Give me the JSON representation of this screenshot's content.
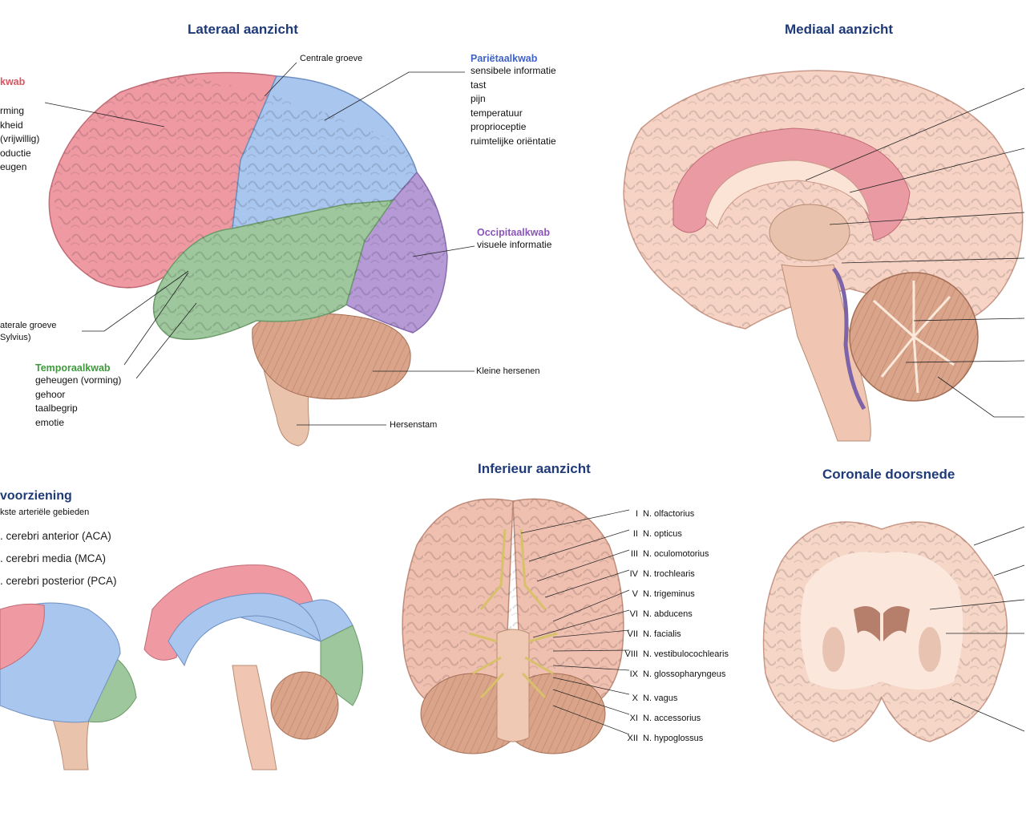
{
  "titles": {
    "lateral": "Lateraal aanzicht",
    "medial": "Mediaal aanzicht",
    "inferior": "Inferieur aanzicht",
    "coronal": "Coronale doorsnede"
  },
  "lateral": {
    "frontal": {
      "name": "kwab",
      "items": [
        "rming",
        "kheid",
        " (vrijwillig)",
        "oductie",
        "eugen"
      ]
    },
    "parietal": {
      "name": "Pariëtaalkwab",
      "items": [
        "sensibele informatie",
        "tast",
        "pijn",
        "temperatuur",
        "proprioceptie",
        "ruimtelijke oriëntatie"
      ]
    },
    "occipital": {
      "name": "Occipitaalkwab",
      "items": [
        "visuele informatie"
      ]
    },
    "temporal": {
      "name": "Temporaalkwab",
      "items": [
        "geheugen (vorming)",
        "gehoor",
        "taalbegrip",
        "emotie"
      ]
    },
    "central_sulcus": "Centrale groeve",
    "lateral_sulcus": [
      "aterale groeve",
      "Sylvius)"
    ],
    "cerebellum": "Kleine hersenen",
    "brainstem": "Hersenstam"
  },
  "blood_supply": {
    "title": "voorziening",
    "subtitle": "kste arteriële gebieden",
    "items": [
      ". cerebri anterior (ACA)",
      ". cerebri media (MCA)",
      ". cerebri posterior (PCA)"
    ]
  },
  "cranial_nerves": [
    {
      "num": "I",
      "name": "N. olfactorius"
    },
    {
      "num": "II",
      "name": "N. opticus"
    },
    {
      "num": "III",
      "name": "N. oculomotorius"
    },
    {
      "num": "IV",
      "name": "N. trochlearis"
    },
    {
      "num": "V",
      "name": "N. trigeminus"
    },
    {
      "num": "VI",
      "name": "N. abducens"
    },
    {
      "num": "VII",
      "name": "N. facialis"
    },
    {
      "num": "VIII",
      "name": "N. vestibulocochlearis"
    },
    {
      "num": "IX",
      "name": "N. glossopharyngeus"
    },
    {
      "num": "X",
      "name": "N. vagus"
    },
    {
      "num": "XI",
      "name": "N. accessorius"
    },
    {
      "num": "XII",
      "name": "N. hypoglossus"
    }
  ],
  "colors": {
    "frontal": "#ef9aa3",
    "parietal": "#a9c6ee",
    "temporal": "#9fc79d",
    "occipital": "#b59ad6",
    "tissue": "#f3d2c6",
    "cerebellum": "#d9a48a",
    "title": "#1f3a78"
  }
}
